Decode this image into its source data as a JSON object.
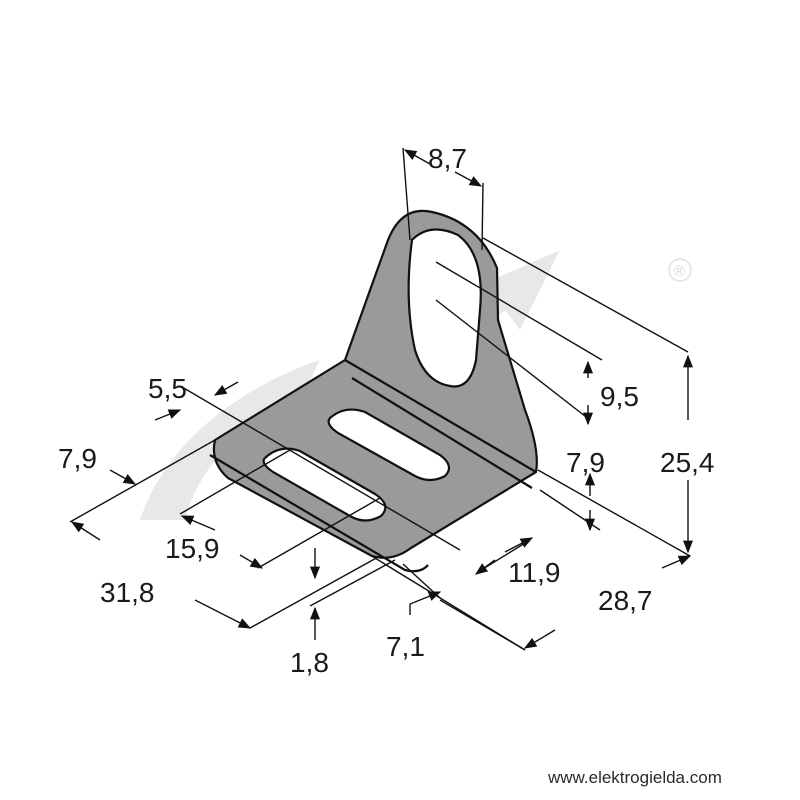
{
  "dimensions": {
    "d_8_7": "8,7",
    "d_9_5": "9,5",
    "d_25_4": "25,4",
    "d_7_9_right": "7,9",
    "d_5_5": "5,5",
    "d_7_9_left": "7,9",
    "d_15_9": "15,9",
    "d_31_8": "31,8",
    "d_11_9": "11,9",
    "d_28_7": "28,7",
    "d_1_8": "1,8",
    "d_7_1": "7,1"
  },
  "watermark": {
    "registered_mark": "®"
  },
  "footer": {
    "url": "www.elektrogielda.com"
  },
  "colors": {
    "part_fill": "#9a9a9a",
    "line": "#111111",
    "watermark": "#e8e8e8"
  }
}
